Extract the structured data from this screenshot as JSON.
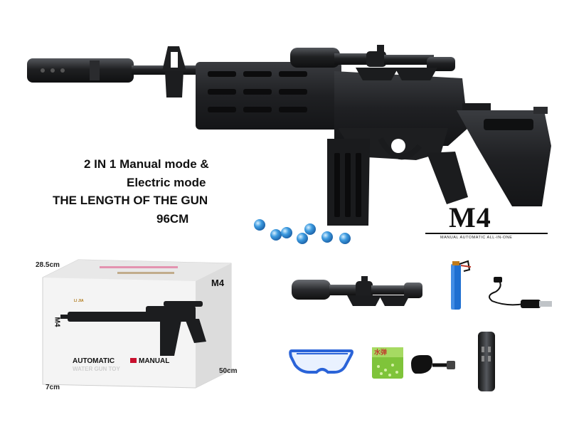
{
  "headline": {
    "line1": "2 IN 1 Manual mode &",
    "line2": "Electric mode",
    "line3": "THE LENGTH OF THE GUN",
    "line4": "96CM"
  },
  "brand": {
    "logo": "M4",
    "tagline": "MANUAL AUTOMATIC ALL-IN-ONE"
  },
  "box": {
    "height_label": "28.5cm",
    "width_label": "50cm",
    "depth_label": "7cm",
    "model_label": "M4",
    "side_label": "M4",
    "banner_line1_left": "AUTOMATIC",
    "banner_line1_right": "MANUAL",
    "banner_line2": "WATER GUN TOY",
    "brand_mark": "LI JIA"
  },
  "accessories": {
    "pellet_pack_label": "水弹"
  },
  "colors": {
    "gun_dark": "#1c1d1f",
    "gun_mid": "#2c2e31",
    "gun_highlight": "#4a4d52",
    "pellet_blue": "#3d9be0",
    "battery_blue": "#1f6fd1",
    "goggle_blue": "#2a63d8",
    "pellet_pack_green": "#7fc43a",
    "box_banner_red": "#c8102e"
  }
}
